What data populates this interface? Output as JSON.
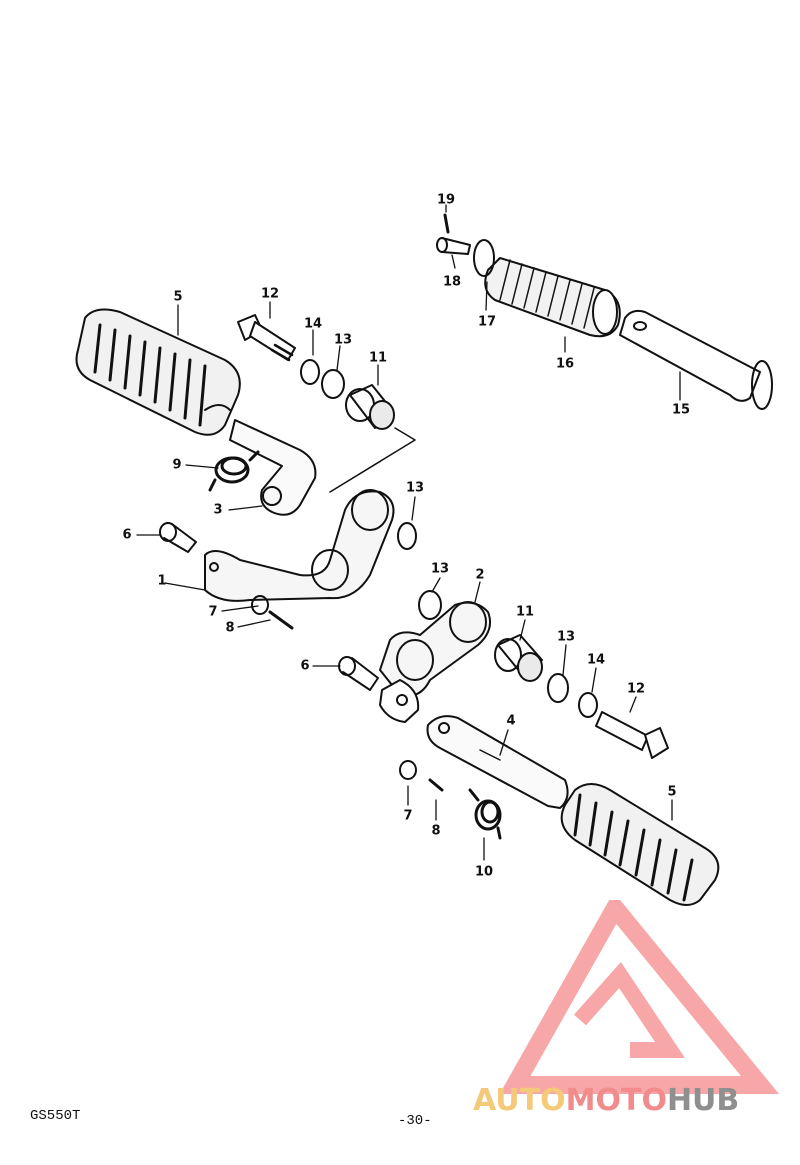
{
  "document": {
    "model_code": "GS550T",
    "page_number": "-30-"
  },
  "parts": [
    {
      "ref": "1"
    },
    {
      "ref": "2"
    },
    {
      "ref": "3"
    },
    {
      "ref": "4"
    },
    {
      "ref": "5"
    },
    {
      "ref": "6"
    },
    {
      "ref": "7"
    },
    {
      "ref": "8"
    },
    {
      "ref": "9"
    },
    {
      "ref": "10"
    },
    {
      "ref": "11"
    },
    {
      "ref": "12"
    },
    {
      "ref": "13"
    },
    {
      "ref": "14"
    },
    {
      "ref": "15"
    },
    {
      "ref": "16"
    },
    {
      "ref": "17"
    },
    {
      "ref": "18"
    },
    {
      "ref": "19"
    }
  ],
  "callouts": {
    "c19": "19",
    "c18": "18",
    "c17": "17",
    "c16": "16",
    "c15": "15",
    "c5a": "5",
    "c12a": "12",
    "c14a": "14",
    "c13a": "13",
    "c11a": "11",
    "c9": "9",
    "c3": "3",
    "c13b": "13",
    "c6a": "6",
    "c1": "1",
    "c7a": "7",
    "c8a": "8",
    "c13c": "13",
    "c2": "2",
    "c11b": "11",
    "c13d": "13",
    "c14b": "14",
    "c12b": "12",
    "c6b": "6",
    "c4": "4",
    "c7b": "7",
    "c8b": "8",
    "c10": "10",
    "c5b": "5"
  },
  "watermark": {
    "part1": "AUTO",
    "part2": "MOTO",
    "part3": "HUB",
    "color_auto": "#f5c97a",
    "color_moto": "#f28b8b",
    "color_hub": "#8f8f8f",
    "logo_color": "#f7a7a7"
  }
}
